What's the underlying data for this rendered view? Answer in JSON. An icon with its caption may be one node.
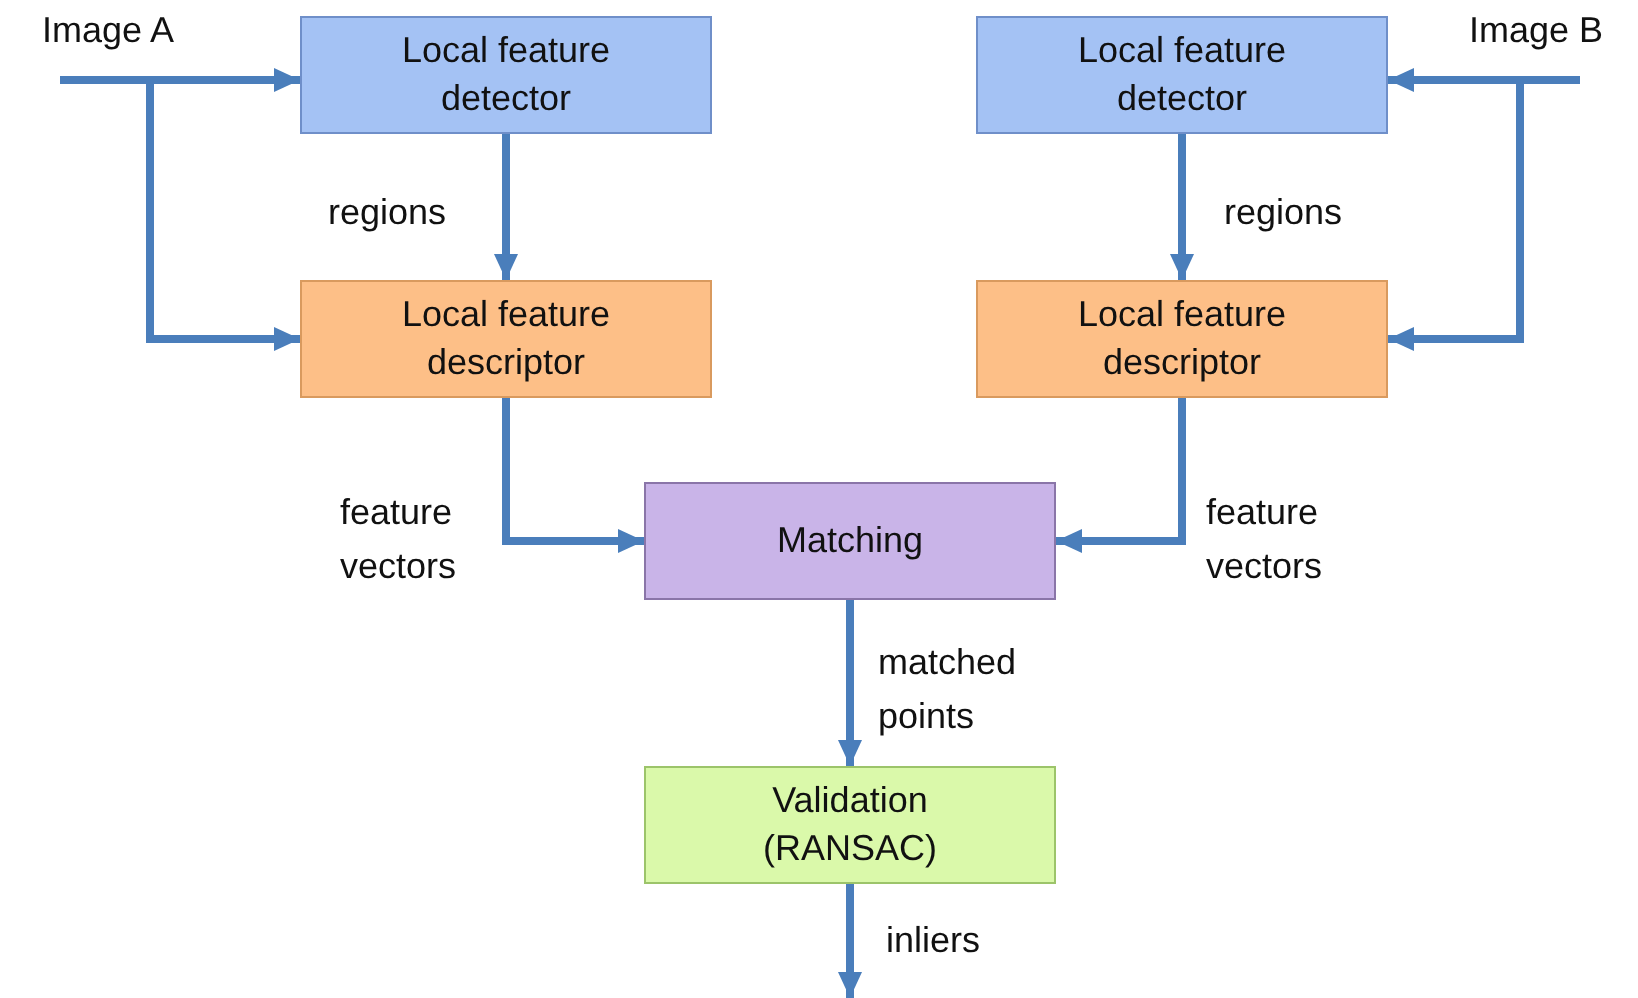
{
  "diagram": {
    "nodes": [
      {
        "text": [
          "Image A"
        ]
      },
      {
        "text": [
          "Local feature detector"
        ]
      },
      {
        "text": [
          "Local feature descriptor"
        ]
      },
      {
        "text": [
          "Image B"
        ]
      },
      {
        "text": [
          "Local feature detector"
        ]
      },
      {
        "text": [
          "Local feature descriptor"
        ]
      },
      {
        "text": [
          "Matching"
        ]
      },
      {
        "text": [
          "Validation (RANSAC)"
        ]
      }
    ],
    "edges": [
      {
        "from": 0,
        "to": 1,
        "arrow": "to"
      },
      {
        "from": 0,
        "to": 2,
        "arrow": "to"
      },
      {
        "from": 1,
        "to": 2,
        "arrow": "to",
        "label": "regions"
      },
      {
        "from": 2,
        "to": 6,
        "arrow": "to",
        "label": "feature vectors"
      },
      {
        "from": 3,
        "to": 4,
        "arrow": "to"
      },
      {
        "from": 3,
        "to": 5,
        "arrow": "to"
      },
      {
        "from": 4,
        "to": 5,
        "arrow": "to",
        "label": "regions"
      },
      {
        "from": 5,
        "to": 6,
        "arrow": "to",
        "label": "feature vectors"
      },
      {
        "from": 6,
        "to": 7,
        "arrow": "to",
        "label": "matched points"
      },
      {
        "from": 7,
        "to": null,
        "arrow": "to",
        "label": "inliers"
      }
    ]
  }
}
